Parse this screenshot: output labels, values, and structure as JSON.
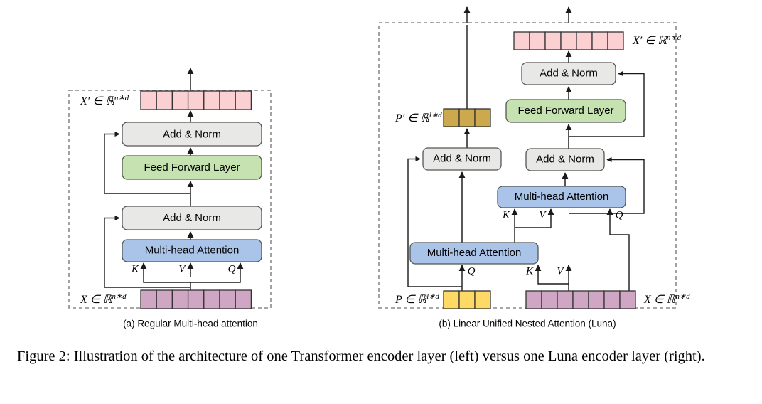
{
  "figure": {
    "caption": "Figure 2: Illustration of the architecture of one Transformer encoder layer (left) versus one Luna encoder layer (right)."
  },
  "panels": [
    {
      "id": "a",
      "subcaption": "(a) Regular Multi-head attention",
      "blocks": [
        {
          "name": "add-norm-top",
          "label": "Add & Norm",
          "color": "#e8e8e6"
        },
        {
          "name": "feed-forward",
          "label": "Feed Forward Layer",
          "color": "#c5e2b0"
        },
        {
          "name": "add-norm-bottom",
          "label": "Add & Norm",
          "color": "#e8e8e6"
        },
        {
          "name": "multi-head-attention",
          "label": "Multi-head Attention",
          "color": "#a9c4e8"
        }
      ],
      "tensors": [
        {
          "name": "output-tensor",
          "label": "X′ ∈ ℝ",
          "sup": "n∗d",
          "cells": 7,
          "color": "#fad0d2"
        },
        {
          "name": "input-tensor",
          "label": "X ∈ ℝ",
          "sup": "n∗d",
          "cells": 7,
          "color": "#cfa6c4"
        }
      ],
      "port_labels": [
        "K",
        "V",
        "Q"
      ]
    },
    {
      "id": "b",
      "subcaption": "(b) Linear Unified Nested Attention (Luna)",
      "blocks": [
        {
          "name": "add-norm-pack",
          "label": "Add & Norm",
          "color": "#e8e8e6"
        },
        {
          "name": "pack-attention",
          "label": "Multi-head Attention",
          "color": "#a9c4e8"
        },
        {
          "name": "add-norm-unpack",
          "label": "Add & Norm",
          "color": "#e8e8e6"
        },
        {
          "name": "unpack-attention",
          "label": "Multi-head Attention",
          "color": "#a9c4e8"
        },
        {
          "name": "feed-forward",
          "label": "Feed Forward Layer",
          "color": "#c5e2b0"
        },
        {
          "name": "add-norm-top",
          "label": "Add & Norm",
          "color": "#e8e8e6"
        }
      ],
      "tensors": [
        {
          "name": "output-context-tensor",
          "label": "P′ ∈ ℝ",
          "sup": "l∗d",
          "cells": 3,
          "color": "#cca94c"
        },
        {
          "name": "output-tensor",
          "label": "X′ ∈ ℝ",
          "sup": "n∗d",
          "cells": 7,
          "color": "#fad0d2"
        },
        {
          "name": "input-context-tensor",
          "label": "P ∈ ℝ",
          "sup": "l∗d",
          "cells": 3,
          "color": "#ffd966"
        },
        {
          "name": "input-tensor",
          "label": "X ∈ ℝ",
          "sup": "n∗d",
          "cells": 7,
          "color": "#cfa6c4"
        }
      ],
      "port_labels_pack": [
        "Q",
        "K",
        "V"
      ],
      "port_labels_unpack": [
        "K",
        "V",
        "Q"
      ]
    }
  ],
  "colors": {
    "gray_block": "#e8e8e6",
    "green_block": "#c5e2b0",
    "blue_block": "#a9c4e8",
    "pink_tensor": "#fad0d2",
    "mauve_tensor": "#cfa6c4",
    "yellow_tensor": "#ffd966",
    "gold_tensor": "#cca94c",
    "wire": "#3a3a3a",
    "frame": "#8a8a8a"
  }
}
